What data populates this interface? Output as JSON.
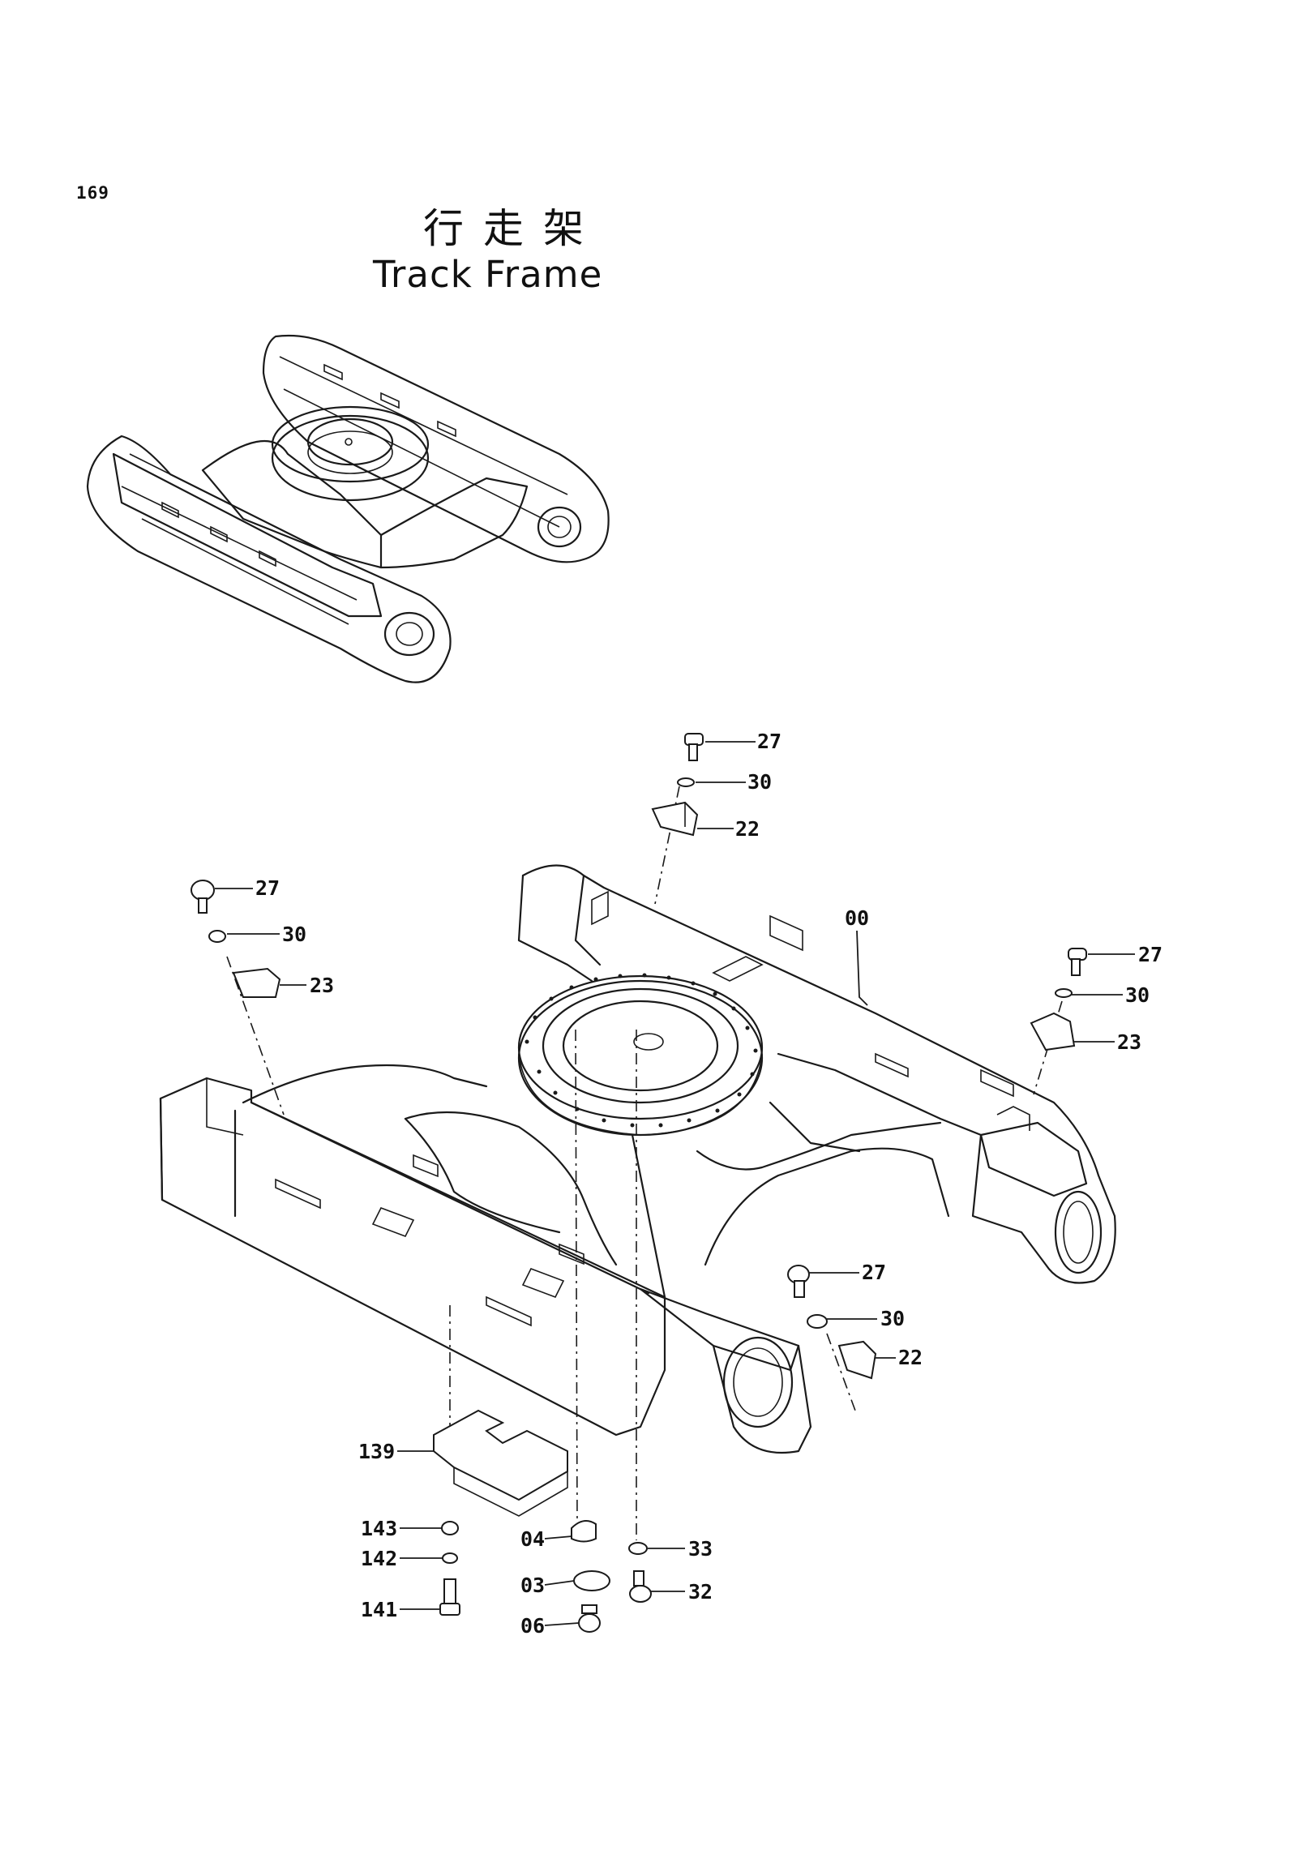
{
  "page": {
    "number": "169"
  },
  "title": {
    "chinese": "行走架",
    "english": "Track Frame"
  },
  "callouts": [
    {
      "id": "c-27-top",
      "label": "27"
    },
    {
      "id": "c-30-top",
      "label": "30"
    },
    {
      "id": "c-22-top",
      "label": "22"
    },
    {
      "id": "c-27-left",
      "label": "27"
    },
    {
      "id": "c-30-left",
      "label": "30"
    },
    {
      "id": "c-23-left",
      "label": "23"
    },
    {
      "id": "c-00",
      "label": "00"
    },
    {
      "id": "c-27-right",
      "label": "27"
    },
    {
      "id": "c-30-right",
      "label": "30"
    },
    {
      "id": "c-23-right",
      "label": "23"
    },
    {
      "id": "c-27-mid",
      "label": "27"
    },
    {
      "id": "c-30-mid",
      "label": "30"
    },
    {
      "id": "c-22-mid",
      "label": "22"
    },
    {
      "id": "c-139",
      "label": "139"
    },
    {
      "id": "c-143",
      "label": "143"
    },
    {
      "id": "c-142",
      "label": "142"
    },
    {
      "id": "c-141",
      "label": "141"
    },
    {
      "id": "c-04",
      "label": "04"
    },
    {
      "id": "c-03",
      "label": "03"
    },
    {
      "id": "c-06",
      "label": "06"
    },
    {
      "id": "c-33",
      "label": "33"
    },
    {
      "id": "c-32",
      "label": "32"
    }
  ]
}
